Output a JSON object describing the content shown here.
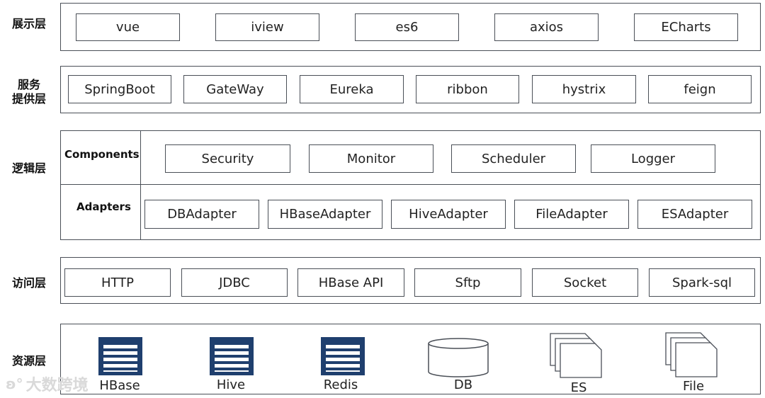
{
  "layers": {
    "presentation": {
      "label": "展示层",
      "items": [
        "vue",
        "iview",
        "es6",
        "axios",
        "ECharts"
      ]
    },
    "service": {
      "label_line1": "服务",
      "label_line2": "提供层",
      "items": [
        "SpringBoot",
        "GateWay",
        "Eureka",
        "ribbon",
        "hystrix",
        "feign"
      ]
    },
    "logic": {
      "label": "逻辑层",
      "components": {
        "label": "Components",
        "items": [
          "Security",
          "Monitor",
          "Scheduler",
          "Logger"
        ]
      },
      "adapters": {
        "label": "Adapters",
        "items": [
          "DBAdapter",
          "HBaseAdapter",
          "HiveAdapter",
          "FileAdapter",
          "ESAdapter"
        ]
      }
    },
    "access": {
      "label": "访问层",
      "items": [
        "HTTP",
        "JDBC",
        "HBase API",
        "Sftp",
        "Socket",
        "Spark-sql"
      ]
    },
    "resource": {
      "label": "资源层",
      "items": [
        {
          "label": "HBase",
          "icon": "table-icon"
        },
        {
          "label": "Hive",
          "icon": "table-icon"
        },
        {
          "label": "Redis",
          "icon": "table-icon"
        },
        {
          "label": "DB",
          "icon": "cylinder-icon"
        },
        {
          "label": "ES",
          "icon": "documents-icon"
        },
        {
          "label": "File",
          "icon": "documents-icon"
        }
      ]
    }
  },
  "watermark": {
    "text": "大数跨境"
  },
  "colors": {
    "border": "#4a4f57",
    "icon_blue": "#1f3f6e"
  }
}
